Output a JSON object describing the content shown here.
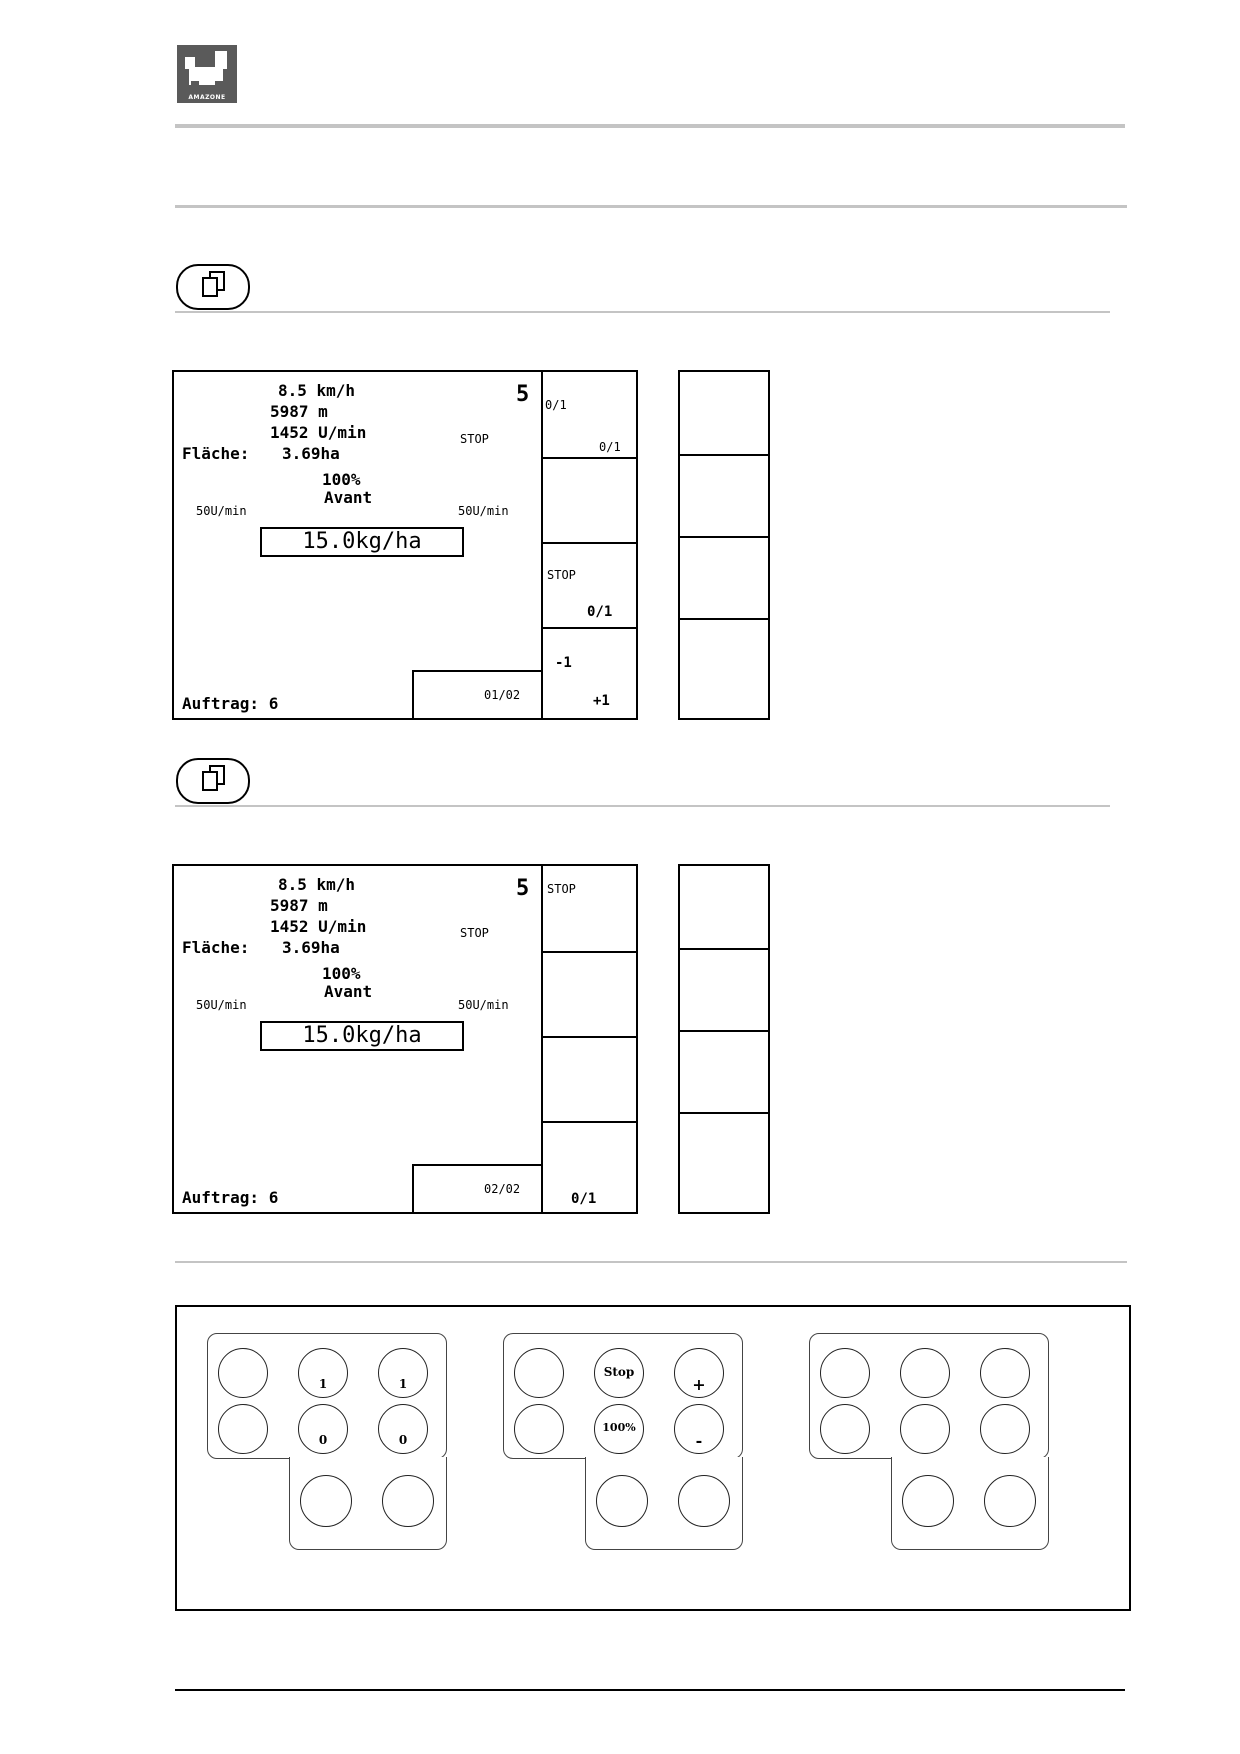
{
  "brand": {
    "logo_text": "AMAZONE"
  },
  "screen1": {
    "speed": "8.5 km/h",
    "distance": "5987 m",
    "rpm": "1452 U/min",
    "area_label": "Fläche:",
    "area_value": "3.69ha",
    "tramline_count": "5",
    "stop_label": "STOP",
    "percent": "100%",
    "mode": "Avant",
    "fan_left": "50U/min",
    "fan_right": "50U/min",
    "rate": "15.0kg/ha",
    "job": "Auftrag: 6",
    "page": "01/02",
    "softkeys": {
      "k1a": "0/1",
      "k1b": "0/1",
      "k3a": "STOP",
      "k3b": "0/1",
      "k4a": "-1",
      "k4b": "+1"
    }
  },
  "screen2": {
    "speed": "8.5 km/h",
    "distance": "5987 m",
    "rpm": "1452 U/min",
    "area_label": "Fläche:",
    "area_value": "3.69ha",
    "tramline_count": "5",
    "stop_label": "STOP",
    "percent": "100%",
    "mode": "Avant",
    "fan_left": "50U/min",
    "fan_right": "50U/min",
    "rate": "15.0kg/ha",
    "job": "Auftrag: 6",
    "page": "02/02",
    "softkeys": {
      "k1a": "STOP",
      "k4": "0/1"
    }
  },
  "keypads": {
    "pad1": {
      "b2": "1",
      "b3": "1",
      "b5": "0",
      "b6": "0"
    },
    "pad2": {
      "b2": "Stop",
      "b3": "+",
      "b5": "100%",
      "b6": "-"
    },
    "pad3": {}
  }
}
